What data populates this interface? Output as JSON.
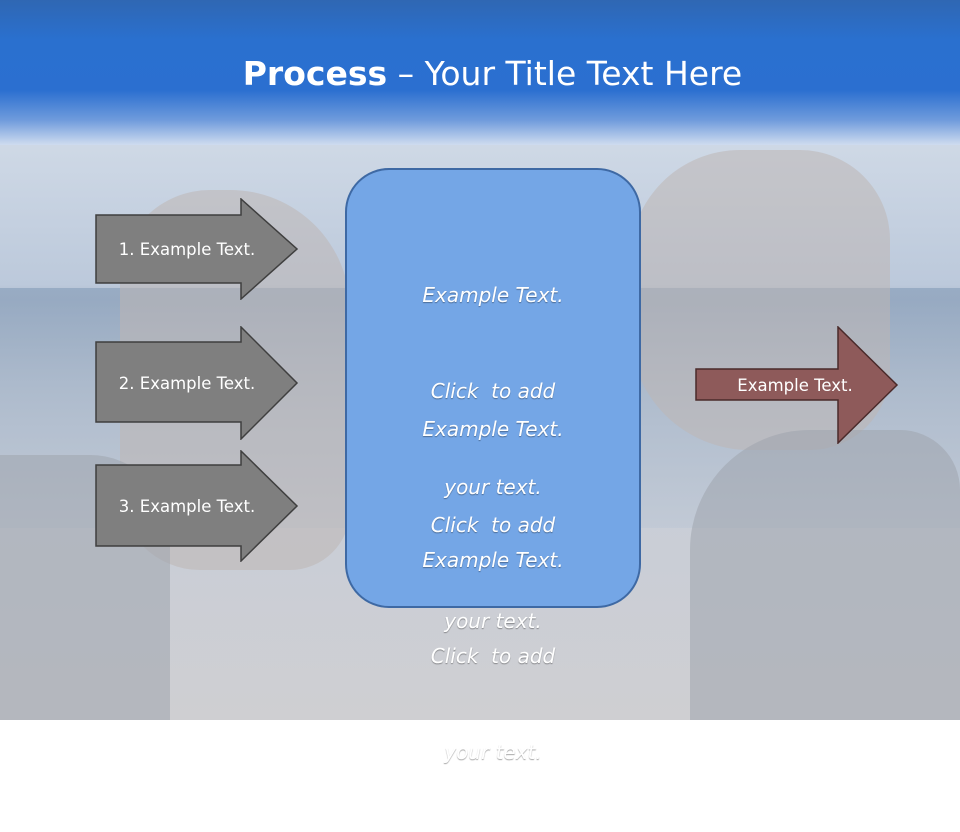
{
  "title": {
    "bold": "Process",
    "rest": " – Your Title Text Here"
  },
  "left_arrows": [
    {
      "label": "1. Example Text."
    },
    {
      "label": "2. Example Text."
    },
    {
      "label": "3. Example Text."
    }
  ],
  "center_blocks": [
    {
      "lines": [
        "Example Text.",
        "Click  to add",
        "your text."
      ]
    },
    {
      "lines": [
        "Example Text.",
        "Click  to add",
        "your text."
      ]
    },
    {
      "lines": [
        "Example Text.",
        "Click  to add",
        "your text."
      ]
    }
  ],
  "right_arrow": {
    "label": "Example Text."
  },
  "colors": {
    "header_blue": "#2b6fd0",
    "gray_arrow": "#7f7f7f",
    "red_arrow": "#8e5a5a",
    "center_box": "#74a6e6"
  }
}
